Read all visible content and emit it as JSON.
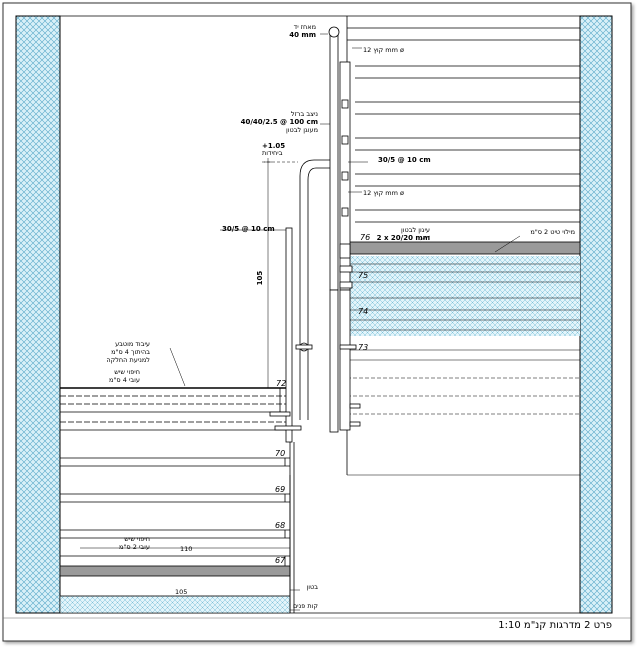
{
  "title_block": {
    "title": "פרט 2 מדרגות קנ\"מ 1:10"
  },
  "labels": {
    "cap_pipe": "מאחז יד",
    "cap_dim": "40 mm",
    "anchor_top": "קוץ 12 mm ø",
    "tube_label": "ניצב ברזל",
    "tube_dim": "40/40/2.5 @ 100 cm",
    "tube_anchor": "מעוגן לבטון",
    "elev_top": "+1.05",
    "elev_note": "ביחידות",
    "bar_right": "30/5 @ 10 cm",
    "anchor_mid": "קוץ 12 mm ø",
    "bar_left": "30/5 @ 10 cm",
    "wood_beam": "עיגון לבטון",
    "wood_dim": "2 x 20/20 mm",
    "fill_layer": "מילוי טיט 2 ס\"מ",
    "height_105": "105",
    "treatment_1": "עיבוד מוטבע",
    "treatment_2": "בהיתוך 4 ס\"מ",
    "treatment_3": "למניעת החלקה",
    "finish_1": "חיפוי שיש",
    "finish_2": "עובי 4 ס\"מ",
    "stone_1": "חיפוי שיש",
    "stone_2": "עובי 2 ס\"מ",
    "dim_110": "110",
    "dim_105": "105",
    "concrete": "בטון",
    "floor": "קות פנים"
  },
  "step_numbers": [
    "76",
    "75",
    "74",
    "73",
    "72",
    "70",
    "69",
    "68",
    "67"
  ]
}
